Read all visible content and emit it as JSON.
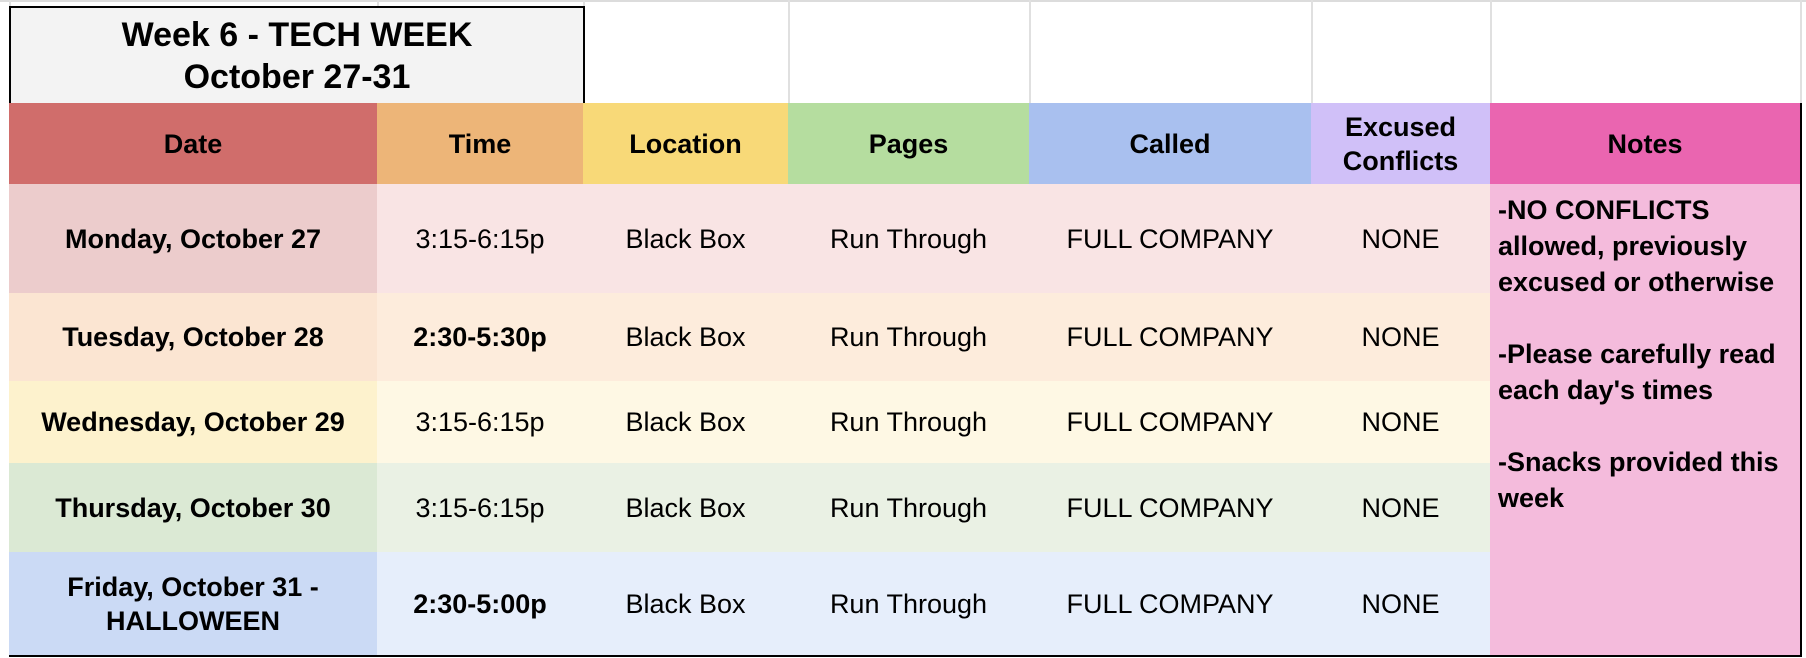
{
  "title": {
    "line1": "Week 6 - TECH WEEK",
    "line2": "October 27-31"
  },
  "headers": [
    "Date",
    "Time",
    "Location",
    "Pages",
    "Called",
    "Excused Conflicts",
    "Notes"
  ],
  "colors": {
    "headers": [
      "#d06d6b",
      "#edb578",
      "#f8d978",
      "#b5dd9f",
      "#a9c0ef",
      "#d0c0f8",
      "#ea65b0"
    ],
    "notes_bg": "#f4bbdc",
    "title_bg": "#f3f3f3"
  },
  "rows": [
    {
      "date": "Monday, October 27",
      "time": "3:15-6:15p",
      "time_bold": false,
      "location": "Black Box",
      "pages": "Run Through",
      "called": "FULL COMPANY",
      "conflicts": "NONE",
      "date_bg": "#eccccc",
      "bg": "#f9e4e4"
    },
    {
      "date": "Tuesday, October 28",
      "time": "2:30-5:30p",
      "time_bold": true,
      "location": "Black Box",
      "pages": "Run Through",
      "called": "FULL COMPANY",
      "conflicts": "NONE",
      "date_bg": "#fbe5d2",
      "bg": "#fdecdc"
    },
    {
      "date": "Wednesday, October 29",
      "time": "3:15-6:15p",
      "time_bold": false,
      "location": "Black Box",
      "pages": "Run Through",
      "called": "FULL COMPANY",
      "conflicts": "NONE",
      "date_bg": "#fdf2cd",
      "bg": "#fef8e4"
    },
    {
      "date": "Thursday, October 30",
      "time": "3:15-6:15p",
      "time_bold": false,
      "location": "Black Box",
      "pages": "Run Through",
      "called": "FULL COMPANY",
      "conflicts": "NONE",
      "date_bg": "#dbe9d4",
      "bg": "#eaf1e4"
    },
    {
      "date": "Friday, October 31 - HALLOWEEN",
      "time": "2:30-5:00p",
      "time_bold": true,
      "location": "Black Box",
      "pages": "Run Through",
      "called": "FULL COMPANY",
      "conflicts": "NONE",
      "date_bg": "#cbdaf5",
      "bg": "#e6eefb"
    }
  ],
  "notes": "-NO CONFLICTS allowed, previously excused or otherwise\n\n-Please carefully read each day's times\n\n-Snacks provided this week"
}
